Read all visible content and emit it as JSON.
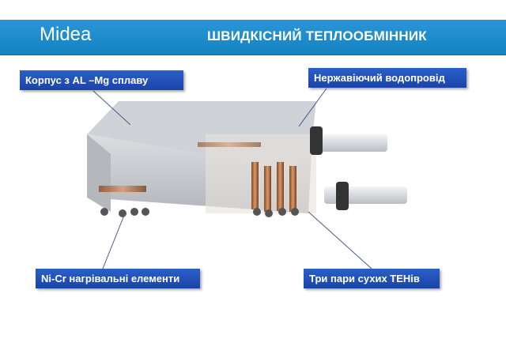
{
  "header": {
    "logo_text": "Midea",
    "title": "ШВИДКІСНИЙ ТЕПЛООБМІННИК"
  },
  "callouts": {
    "housing": "Корпус з AL –Mg сплаву",
    "water_pipe": "Нержавіючий водопровід",
    "heating_elements": "Ni-Cr нагрівальні елементи",
    "dry_heaters": "Три пари сухих ТЕНів"
  },
  "colors": {
    "header": "#1a8ccc",
    "callout": "#2350b8"
  }
}
